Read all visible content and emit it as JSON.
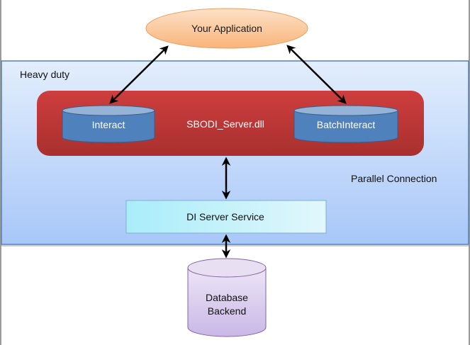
{
  "diagram": {
    "application": {
      "label": "Your Application",
      "fill": "#FBC99B"
    },
    "container": {
      "label": "Heavy duty",
      "fill_top": "#E1ECFC",
      "fill_bottom": "#A9C8F8",
      "stroke": "#4F81BD"
    },
    "dll": {
      "label": "SBODI_Server.dll",
      "fill": "#C0393A"
    },
    "interact": {
      "label": "Interact",
      "fill": "#4F81BD"
    },
    "batch_interact": {
      "label": "BatchInteract",
      "fill": "#4F81BD"
    },
    "parallel": {
      "label": "Parallel Connection"
    },
    "di_service": {
      "label": "DI Server Service",
      "fill": "#B7F0FA"
    },
    "database": {
      "label_line1": "Database",
      "label_line2": "Backend",
      "fill": "#D9CCEC"
    }
  }
}
